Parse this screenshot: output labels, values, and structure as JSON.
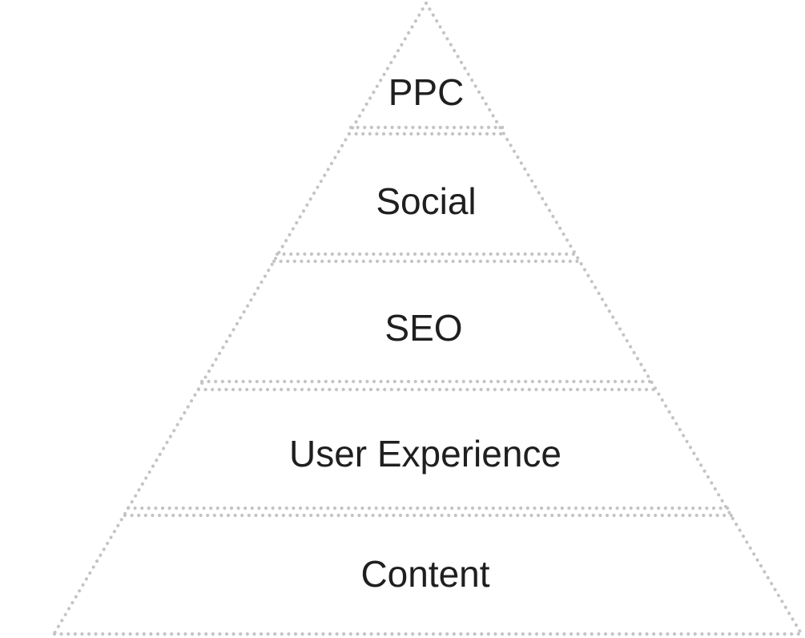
{
  "pyramid": {
    "tiers": [
      {
        "label": "PPC"
      },
      {
        "label": "Social"
      },
      {
        "label": "SEO"
      },
      {
        "label": "User Experience"
      },
      {
        "label": "Content"
      }
    ],
    "outline_color": "#c4c4c4"
  }
}
